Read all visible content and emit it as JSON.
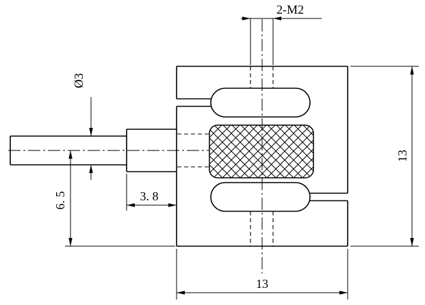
{
  "drawing": {
    "type": "mechanical-dimension-drawing",
    "subject": "miniature s-type load cell, front view with section hatch",
    "background_color": "#ffffff",
    "line_color": "#000000",
    "labels": {
      "thread_spec": "2-M2",
      "shaft_diameter": "Ø3",
      "axis_to_bottom": "6. 5",
      "boss_length": "3. 8",
      "side_height": "13",
      "bottom_width": "13"
    }
  }
}
